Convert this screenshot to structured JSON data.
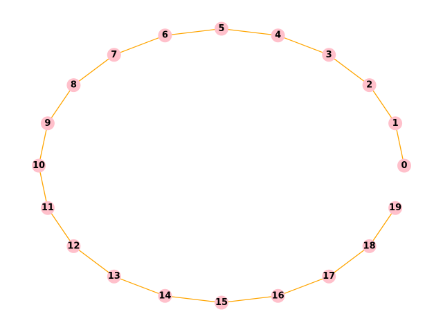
{
  "graph": {
    "layout": "circular",
    "node_color": "#FFC0CB",
    "edge_color": "#FFA500",
    "label_color": "#000000",
    "nodes": [
      "0",
      "1",
      "2",
      "3",
      "4",
      "5",
      "6",
      "7",
      "8",
      "9",
      "10",
      "11",
      "12",
      "13",
      "14",
      "15",
      "16",
      "17",
      "18",
      "19"
    ],
    "edges": [
      [
        "1",
        "2"
      ],
      [
        "2",
        "3"
      ],
      [
        "3",
        "4"
      ],
      [
        "4",
        "5"
      ],
      [
        "5",
        "6"
      ],
      [
        "6",
        "7"
      ],
      [
        "7",
        "8"
      ],
      [
        "8",
        "9"
      ],
      [
        "9",
        "10"
      ],
      [
        "10",
        "11"
      ],
      [
        "11",
        "12"
      ],
      [
        "12",
        "13"
      ],
      [
        "13",
        "14"
      ],
      [
        "14",
        "15"
      ],
      [
        "15",
        "16"
      ],
      [
        "16",
        "17"
      ],
      [
        "17",
        "18"
      ],
      [
        "18",
        "19"
      ],
      [
        "0",
        "1"
      ]
    ]
  }
}
